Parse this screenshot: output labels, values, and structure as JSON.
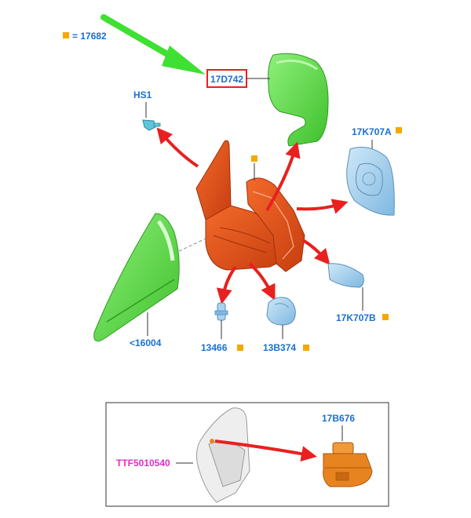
{
  "legend": {
    "text": "= 17682",
    "marker_color": "#f5a800"
  },
  "callouts": {
    "cover": "17D742",
    "clip": "HS1",
    "glass_upper": "17K707A",
    "glass_lower": "17K707B",
    "trim": "<16004",
    "bulb": "13466",
    "lamp": "13B374",
    "inset_part": "TTF5010540",
    "motor": "17B676"
  },
  "colors": {
    "label_blue": "#1a6fd1",
    "label_magenta": "#e030c8",
    "marker": "#f5a800",
    "housing": "#e8551f",
    "cover": "#5fd94a",
    "glass": "#a9d3f0",
    "arrow_red": "#e82020",
    "arrow_green": "#3ee032",
    "highlight_box": "#e82020",
    "motor": "#e8841f"
  }
}
